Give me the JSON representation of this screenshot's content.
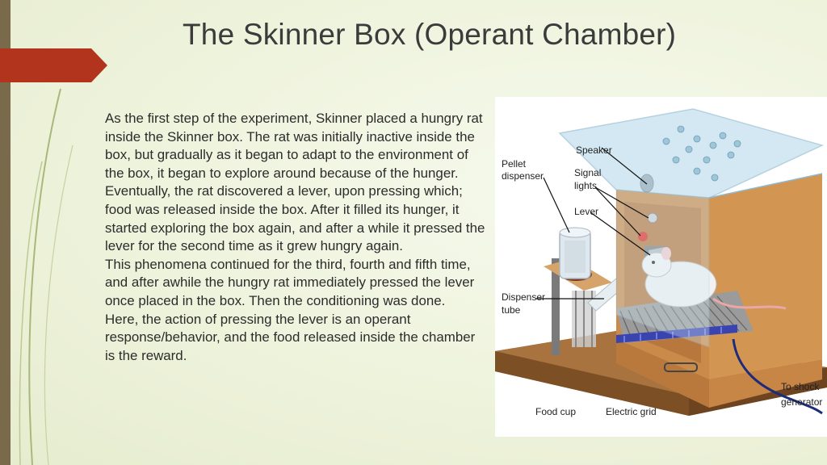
{
  "slide": {
    "title": "The Skinner Box (Operant Chamber)",
    "paragraphs": [
      "As the first step of the experiment, Skinner placed a hungry rat inside the Skinner box. The rat was initially inactive inside the box, but gradually as it began to adapt to the environment of the box, it began to explore around because of the hunger. Eventually, the rat discovered a lever, upon pressing which; food was released inside the box. After it filled its hunger, it started exploring the box again, and after a while it pressed the lever for the second time as it grew hungry again.",
      "This phenomena continued for the third, fourth and fifth time, and after awhile the hungry rat immediately pressed the lever once placed in the box. Then the conditioning was done.",
      "Here, the action of pressing the lever is an operant response/behavior, and the food released inside the chamber is the reward."
    ]
  },
  "figure": {
    "labels": {
      "speaker": "Speaker",
      "pellet_1": "Pellet",
      "pellet_2": "dispenser",
      "signal_1": "Signal",
      "signal_2": "lights",
      "lever": "Lever",
      "dispenser_1": "Dispenser",
      "dispenser_2": "tube",
      "food_cup": "Food cup",
      "electric_grid": "Electric grid",
      "shock_1": "To shock",
      "shock_2": "generator"
    }
  },
  "colors": {
    "accent_red": "#b3341c",
    "side_bar": "#7a6a4c",
    "wood": "#c98a4a"
  }
}
